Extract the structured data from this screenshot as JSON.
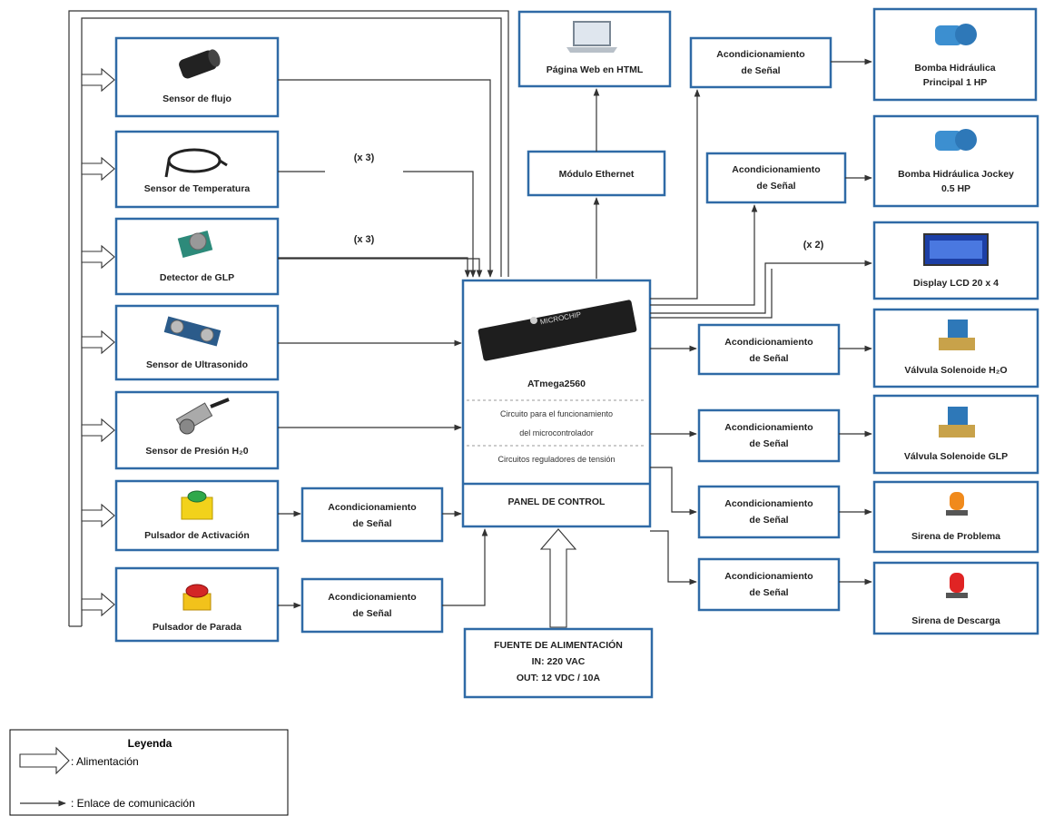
{
  "sensors": [
    {
      "id": "flujo",
      "label": "Sensor de flujo",
      "icon": "flow-sensor-icon"
    },
    {
      "id": "temperatura",
      "label": "Sensor de Temperatura",
      "icon": "temperature-sensor-icon"
    },
    {
      "id": "glp",
      "label": "Detector de GLP",
      "icon": "gas-detector-icon"
    },
    {
      "id": "ultrasonido",
      "label": "Sensor de Ultrasonido",
      "icon": "ultrasonic-sensor-icon"
    },
    {
      "id": "presion",
      "label": "Sensor de Presión H₂0",
      "icon": "pressure-sensor-icon"
    },
    {
      "id": "activacion",
      "label": "Pulsador de Activación",
      "icon": "green-pushbutton-icon"
    },
    {
      "id": "parada",
      "label": "Pulsador de Parada",
      "icon": "red-pushbutton-icon"
    }
  ],
  "multipliers": {
    "temperatura": "(x 3)",
    "glp": "(x 3)",
    "lcd": "(x 2)"
  },
  "acond": {
    "line1": "Acondicionamiento",
    "line2": "de Señal"
  },
  "web": {
    "label": "Página Web en HTML"
  },
  "ethernet": {
    "label": "Módulo Ethernet"
  },
  "controller": {
    "chip": "ATmega2560",
    "circuit_line1": "Circuito para el funcionamiento",
    "circuit_line2": "del microcontrolador",
    "regulators": "Circuitos reguladores de tensión",
    "panel": "PANEL DE CONTROL"
  },
  "psu": {
    "line1": "FUENTE DE ALIMENTACIÓN",
    "line2": "IN: 220 VAC",
    "line3": "OUT: 12 VDC / 10A"
  },
  "outputs": [
    {
      "id": "bomba-principal",
      "line1": "Bomba Hidráulica",
      "line2": "Principal 1 HP",
      "icon": "pump-icon"
    },
    {
      "id": "bomba-jockey",
      "line1": "Bomba Hidráulica Jockey",
      "line2": "0.5 HP",
      "icon": "pump-icon"
    },
    {
      "id": "lcd",
      "line1": "Display LCD 20 x 4",
      "line2": "",
      "icon": "lcd-display-icon"
    },
    {
      "id": "valvula-h2o",
      "line1": "Válvula Solenoide H₂O",
      "line2": "",
      "icon": "solenoid-valve-icon"
    },
    {
      "id": "valvula-glp",
      "line1": "Válvula Solenoide GLP",
      "line2": "",
      "icon": "solenoid-valve-icon"
    },
    {
      "id": "sirena-problema",
      "line1": "Sirena de Problema",
      "line2": "",
      "icon": "amber-siren-icon"
    },
    {
      "id": "sirena-descarga",
      "line1": "Sirena de Descarga",
      "line2": "",
      "icon": "red-siren-icon"
    }
  ],
  "legend": {
    "title": "Leyenda",
    "power": ": Alimentación",
    "comm": ": Enlace de comunicación"
  }
}
